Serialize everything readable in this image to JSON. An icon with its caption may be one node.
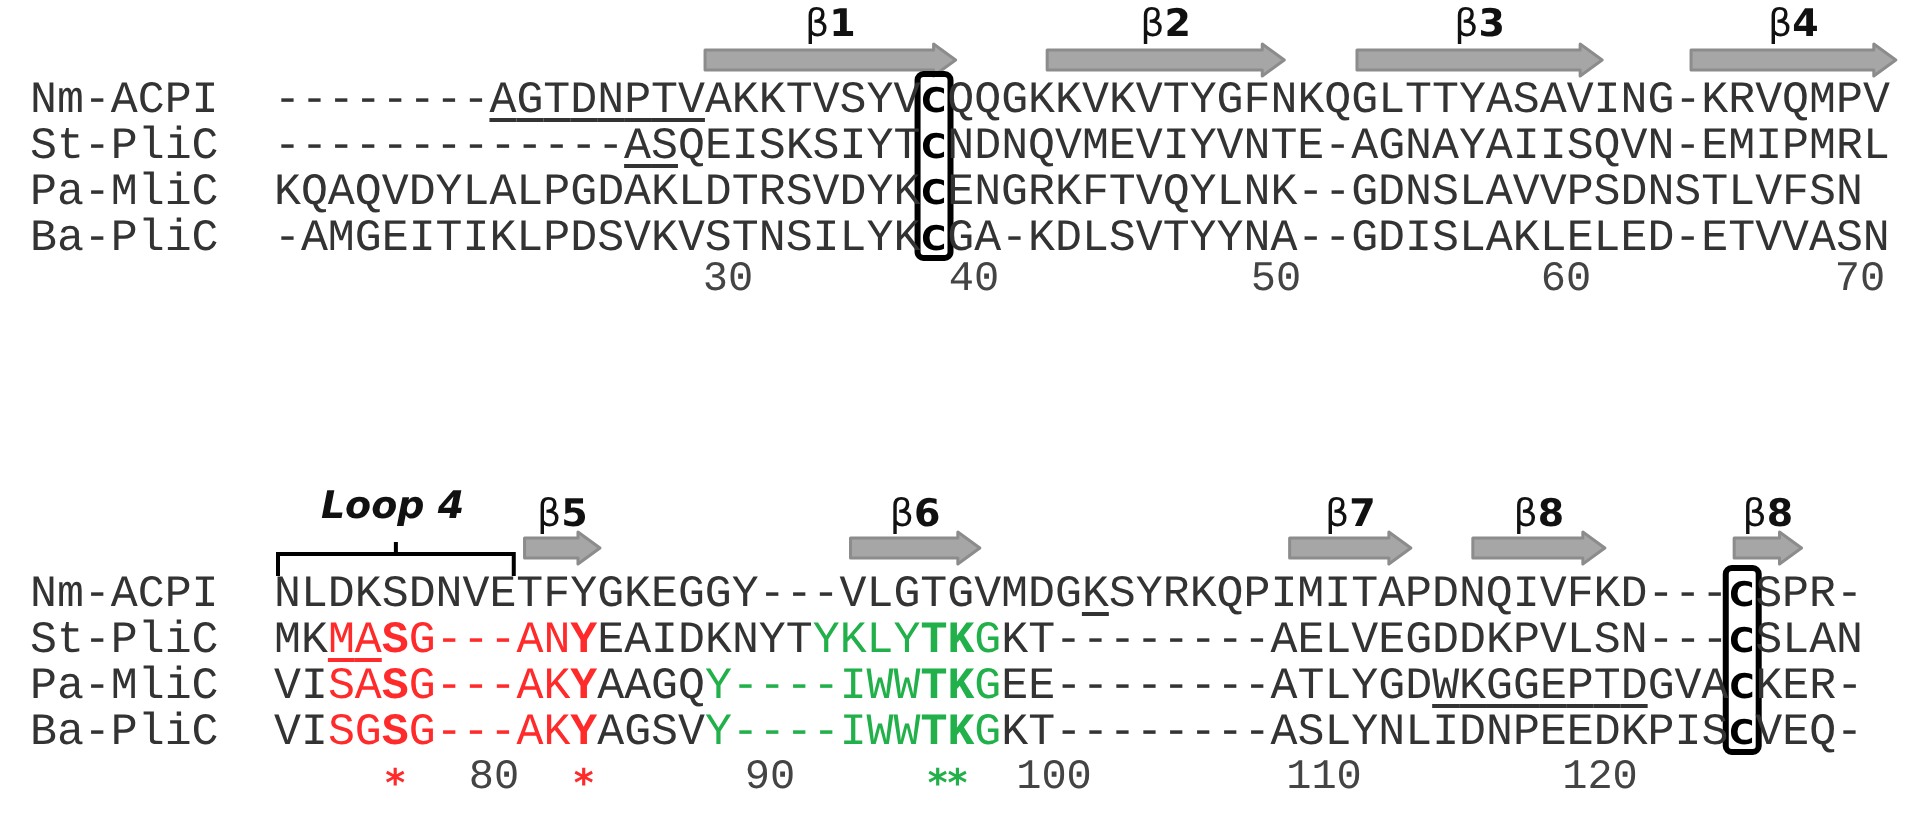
{
  "diagram": {
    "labels": [
      "β**1**",
      "β**2**",
      "β**3**",
      "β**4**",
      "Nm-ACPI",
      "--------AGTDNPTVAKKTVSYVCQQGKKVKVTYGFNKQGLTTYASAVING-KRVQMPV",
      "St-PliC",
      "-------------ASQEISKSIYTCNDNQVMEVIYVNTE-AGNAYAIISQVN-EMIPMRL",
      "Pa-MliC",
      "KQAQVDYLALPGDAKLDTRSVDYKCENGRKFTVQYLNK--GDNSLAVVPSDNSTLVFSN",
      "Ba-PliC",
      "-AMGEITIKLPDSVKVSTNSILYKCGA-KDLSVTYYNA--GDISLAKLELED-ETVVASN",
      "30",
      "40",
      "50",
      "60",
      "70",
      "Loop 4",
      "β**5**",
      "β**6**",
      "β**7**",
      "β**8**",
      "β**8**",
      "Nm-ACPI",
      "NLDKSDNVETFYGKEGGY---VLGTGVMDGKSYRKQPIMITAPDNQIVFKD---CSPR-",
      "St-PliC",
      "MKMASG---ANYEAIDKNYTYKLYTKGKT--------AELVEGDDKPVLSN---CSLAN",
      "Pa-MliC",
      "VISASG---AKYAAGQY----IWWTKGEE--------ATLYGDWKGGEPTDGVACKER-",
      "Ba-PliC",
      "VISGSG---AKYAGSVY----IWWTKGKT--------ASLYNLIDNPEEDKPISCVEQ-",
      "*",
      "80",
      "*",
      "90",
      "**",
      "100",
      "110",
      "120"
    ]
  }
}
